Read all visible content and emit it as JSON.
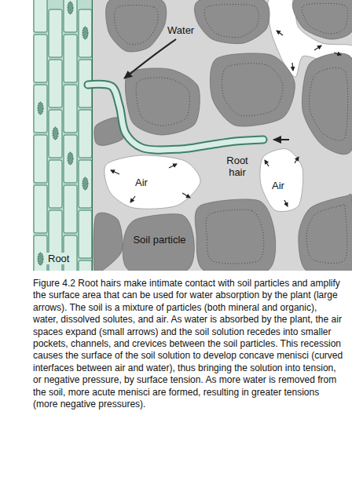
{
  "diagram": {
    "caption": "Figure 4.2 Root hairs make intimate contact with soil particles and amplify the surface area that can be used for water absorption by the plant (large arrows). The soil is a mixture of particles (both mineral and organic), water, dissolved solutes, and air. As water is absorbed by the plant, the air spaces expand (small arrows) and the soil solution recedes into smaller pockets, channels, and crevices between the soil particles. This recession causes the surface of the soil solution to develop concave menisci (curved interfaces between air and water), thus bringing the solution into tension, or negative pressure, by surface tension. As more water is removed from the soil, more acute menisci are formed, resulting in greater tensions (more negative pressures).",
    "labels": [
      "Water",
      "Root hair",
      "Air",
      "Air",
      "Soil particle",
      "Root"
    ]
  }
}
